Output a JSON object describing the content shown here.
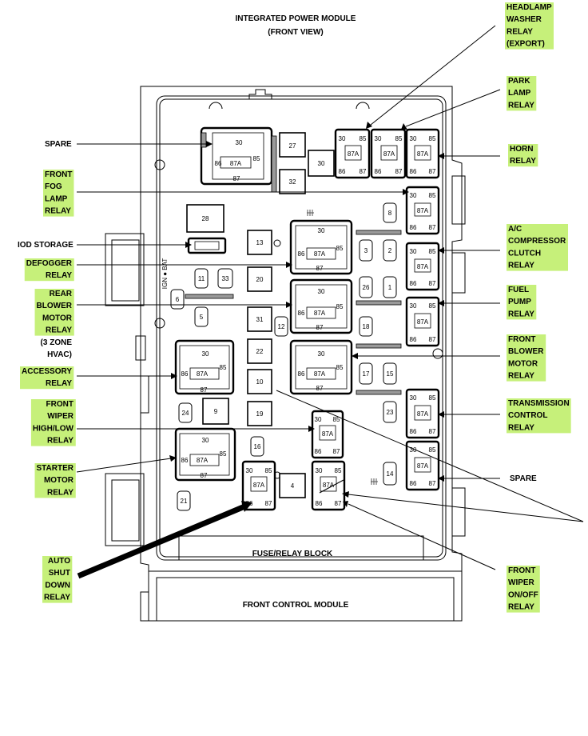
{
  "title": "INTEGRATED POWER MODULE",
  "subtitle": "(FRONT VIEW)",
  "fuse_relay_block": "FUSE/RELAY BLOCK",
  "front_control_module": "FRONT CONTROL MODULE",
  "side_text": "IGN ● BAT",
  "relay_terminals": {
    "t30": "30",
    "t85": "85",
    "t86": "86",
    "t87": "87",
    "t87a": "87A"
  },
  "fuses": [
    "27",
    "30",
    "32",
    "28",
    "13",
    "20",
    "31",
    "22",
    "10",
    "19",
    "9",
    "4",
    "11",
    "33",
    "6",
    "5",
    "12",
    "24",
    "16",
    "21",
    "8",
    "3",
    "2",
    "26",
    "1",
    "18",
    "17",
    "15",
    "23",
    "14"
  ],
  "left_labels": [
    {
      "id": "spare-left",
      "lines": [
        "SPARE"
      ],
      "highlight": false
    },
    {
      "id": "front-fog-lamp",
      "lines": [
        "FRONT",
        "FOG",
        "LAMP",
        "RELAY"
      ],
      "highlight": true
    },
    {
      "id": "iod-storage",
      "lines": [
        "IOD STORAGE"
      ],
      "highlight": false
    },
    {
      "id": "defogger",
      "lines": [
        "DEFOGGER",
        "RELAY"
      ],
      "highlight": true
    },
    {
      "id": "rear-blower",
      "lines": [
        "REAR",
        "BLOWER",
        "MOTOR",
        "RELAY"
      ],
      "highlight": true
    },
    {
      "id": "three-zone",
      "lines": [
        "(3 ZONE",
        "HVAC)"
      ],
      "highlight": false
    },
    {
      "id": "accessory",
      "lines": [
        "ACCESSORY",
        "RELAY"
      ],
      "highlight": true
    },
    {
      "id": "front-wiper-hl",
      "lines": [
        "FRONT",
        "WIPER",
        "HIGH/LOW",
        "RELAY"
      ],
      "highlight": true
    },
    {
      "id": "starter-motor",
      "lines": [
        "STARTER",
        "MOTOR",
        "RELAY"
      ],
      "highlight": true
    },
    {
      "id": "auto-shut-down",
      "lines": [
        "AUTO",
        "SHUT",
        "DOWN",
        "RELAY"
      ],
      "highlight": true
    }
  ],
  "right_labels": [
    {
      "id": "headlamp-washer",
      "lines": [
        "HEADLAMP",
        "WASHER",
        "RELAY",
        "(EXPORT)"
      ],
      "highlight": true
    },
    {
      "id": "park-lamp",
      "lines": [
        "PARK",
        "LAMP",
        "RELAY"
      ],
      "highlight": true
    },
    {
      "id": "horn",
      "lines": [
        "HORN",
        "RELAY"
      ],
      "highlight": true
    },
    {
      "id": "ac-compressor",
      "lines": [
        "A/C",
        "COMPRESSOR",
        "CLUTCH",
        "RELAY"
      ],
      "highlight": true
    },
    {
      "id": "fuel-pump",
      "lines": [
        "FUEL",
        "PUMP",
        "RELAY"
      ],
      "highlight": true
    },
    {
      "id": "front-blower",
      "lines": [
        "FRONT",
        "BLOWER",
        "MOTOR",
        "RELAY"
      ],
      "highlight": true
    },
    {
      "id": "transmission",
      "lines": [
        "TRANSMISSION",
        "CONTROL",
        "RELAY"
      ],
      "highlight": true
    },
    {
      "id": "spare-right",
      "lines": [
        "SPARE"
      ],
      "highlight": false
    },
    {
      "id": "front-wiper-onoff",
      "lines": [
        "FRONT",
        "WIPER",
        "ON/OFF",
        "RELAY"
      ],
      "highlight": true
    }
  ],
  "colors": {
    "highlight": "#c6f07a",
    "ink": "#000000"
  }
}
